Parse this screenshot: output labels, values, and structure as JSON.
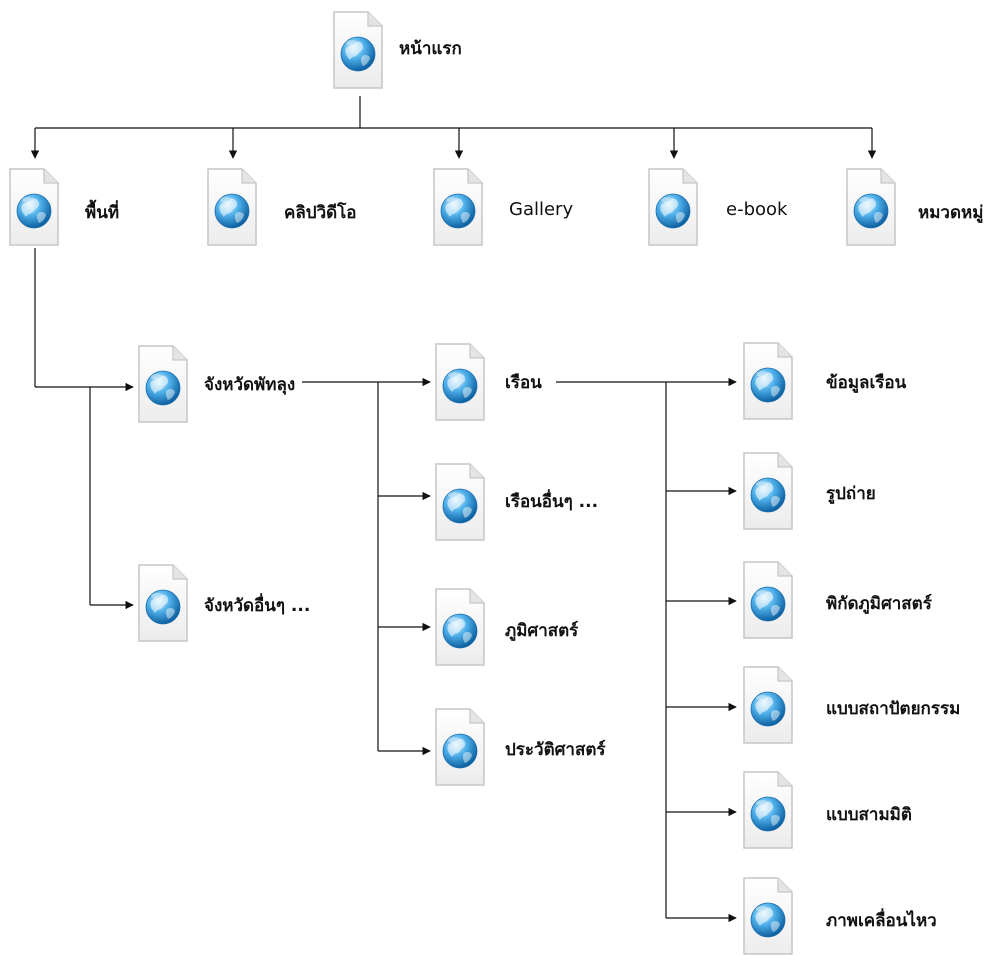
{
  "sitemap": {
    "root": {
      "label": "หน้าแรก",
      "icon": "web-page-globe-icon"
    },
    "main_sections": [
      {
        "label": "พื้นที่",
        "icon": "web-page-globe-icon"
      },
      {
        "label": "คลิปวิดีโอ",
        "icon": "web-page-globe-icon"
      },
      {
        "label": "Gallery",
        "icon": "web-page-globe-icon"
      },
      {
        "label": "e-book",
        "icon": "web-page-globe-icon"
      },
      {
        "label": "หมวดหมู่",
        "icon": "web-page-globe-icon"
      }
    ],
    "provinces": [
      {
        "label": "จังหวัดพัทลุง",
        "icon": "web-page-globe-icon"
      },
      {
        "label": "จังหวัดอื่นๆ ...",
        "icon": "web-page-globe-icon"
      }
    ],
    "province_pages": [
      {
        "label": "เรือน",
        "icon": "web-page-globe-icon"
      },
      {
        "label": "เรือนอื่นๆ ...",
        "icon": "web-page-globe-icon"
      },
      {
        "label": "ภูมิศาสตร์",
        "icon": "web-page-globe-icon"
      },
      {
        "label": "ประวัติศาสตร์",
        "icon": "web-page-globe-icon"
      }
    ],
    "house_pages": [
      {
        "label": "ข้อมูลเรือน",
        "icon": "web-page-globe-icon"
      },
      {
        "label": "รูปถ่าย",
        "icon": "web-page-globe-icon"
      },
      {
        "label": "พิกัดภูมิศาสตร์",
        "icon": "web-page-globe-icon"
      },
      {
        "label": "แบบสถาปัตยกรรม",
        "icon": "web-page-globe-icon"
      },
      {
        "label": "แบบสามมิติ",
        "icon": "web-page-globe-icon"
      },
      {
        "label": "ภาพเคลื่อนไหว",
        "icon": "web-page-globe-icon"
      }
    ]
  },
  "colors": {
    "connector": "#111111",
    "globe_light": "#bfe6fb",
    "globe_mid": "#3fa2e0",
    "globe_dark": "#0b5d9e",
    "page_fill": "#f6f6f6",
    "page_stroke": "#c8c8c8"
  }
}
